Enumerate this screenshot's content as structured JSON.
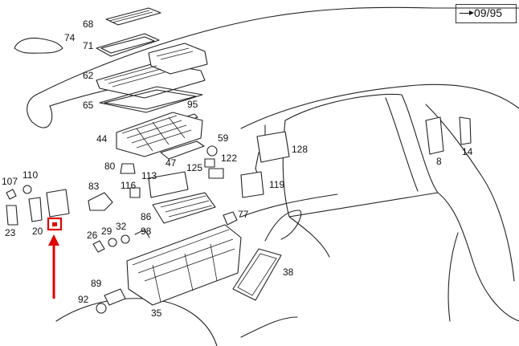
{
  "badge": {
    "text": "09/95"
  },
  "parts": {
    "p68": "68",
    "p71": "71",
    "p74": "74",
    "p62": "62",
    "p65": "65",
    "p95": "95",
    "p44": "44",
    "p59": "59",
    "p128": "128",
    "p14": "14",
    "p8": "8",
    "p122": "122",
    "p80": "80",
    "p47": "47",
    "p125": "125",
    "p107": "107",
    "p110": "110",
    "p113": "113",
    "p119": "119",
    "p83": "83",
    "p116": "116",
    "p86": "86",
    "p77": "77",
    "p23": "23",
    "p20": "20",
    "p26": "26",
    "p29": "29",
    "p32": "32",
    "p98": "98",
    "p38": "38",
    "p89": "89",
    "p92": "92",
    "p35": "35"
  },
  "colors": {
    "highlight": "#e00000",
    "line": "#222222"
  }
}
